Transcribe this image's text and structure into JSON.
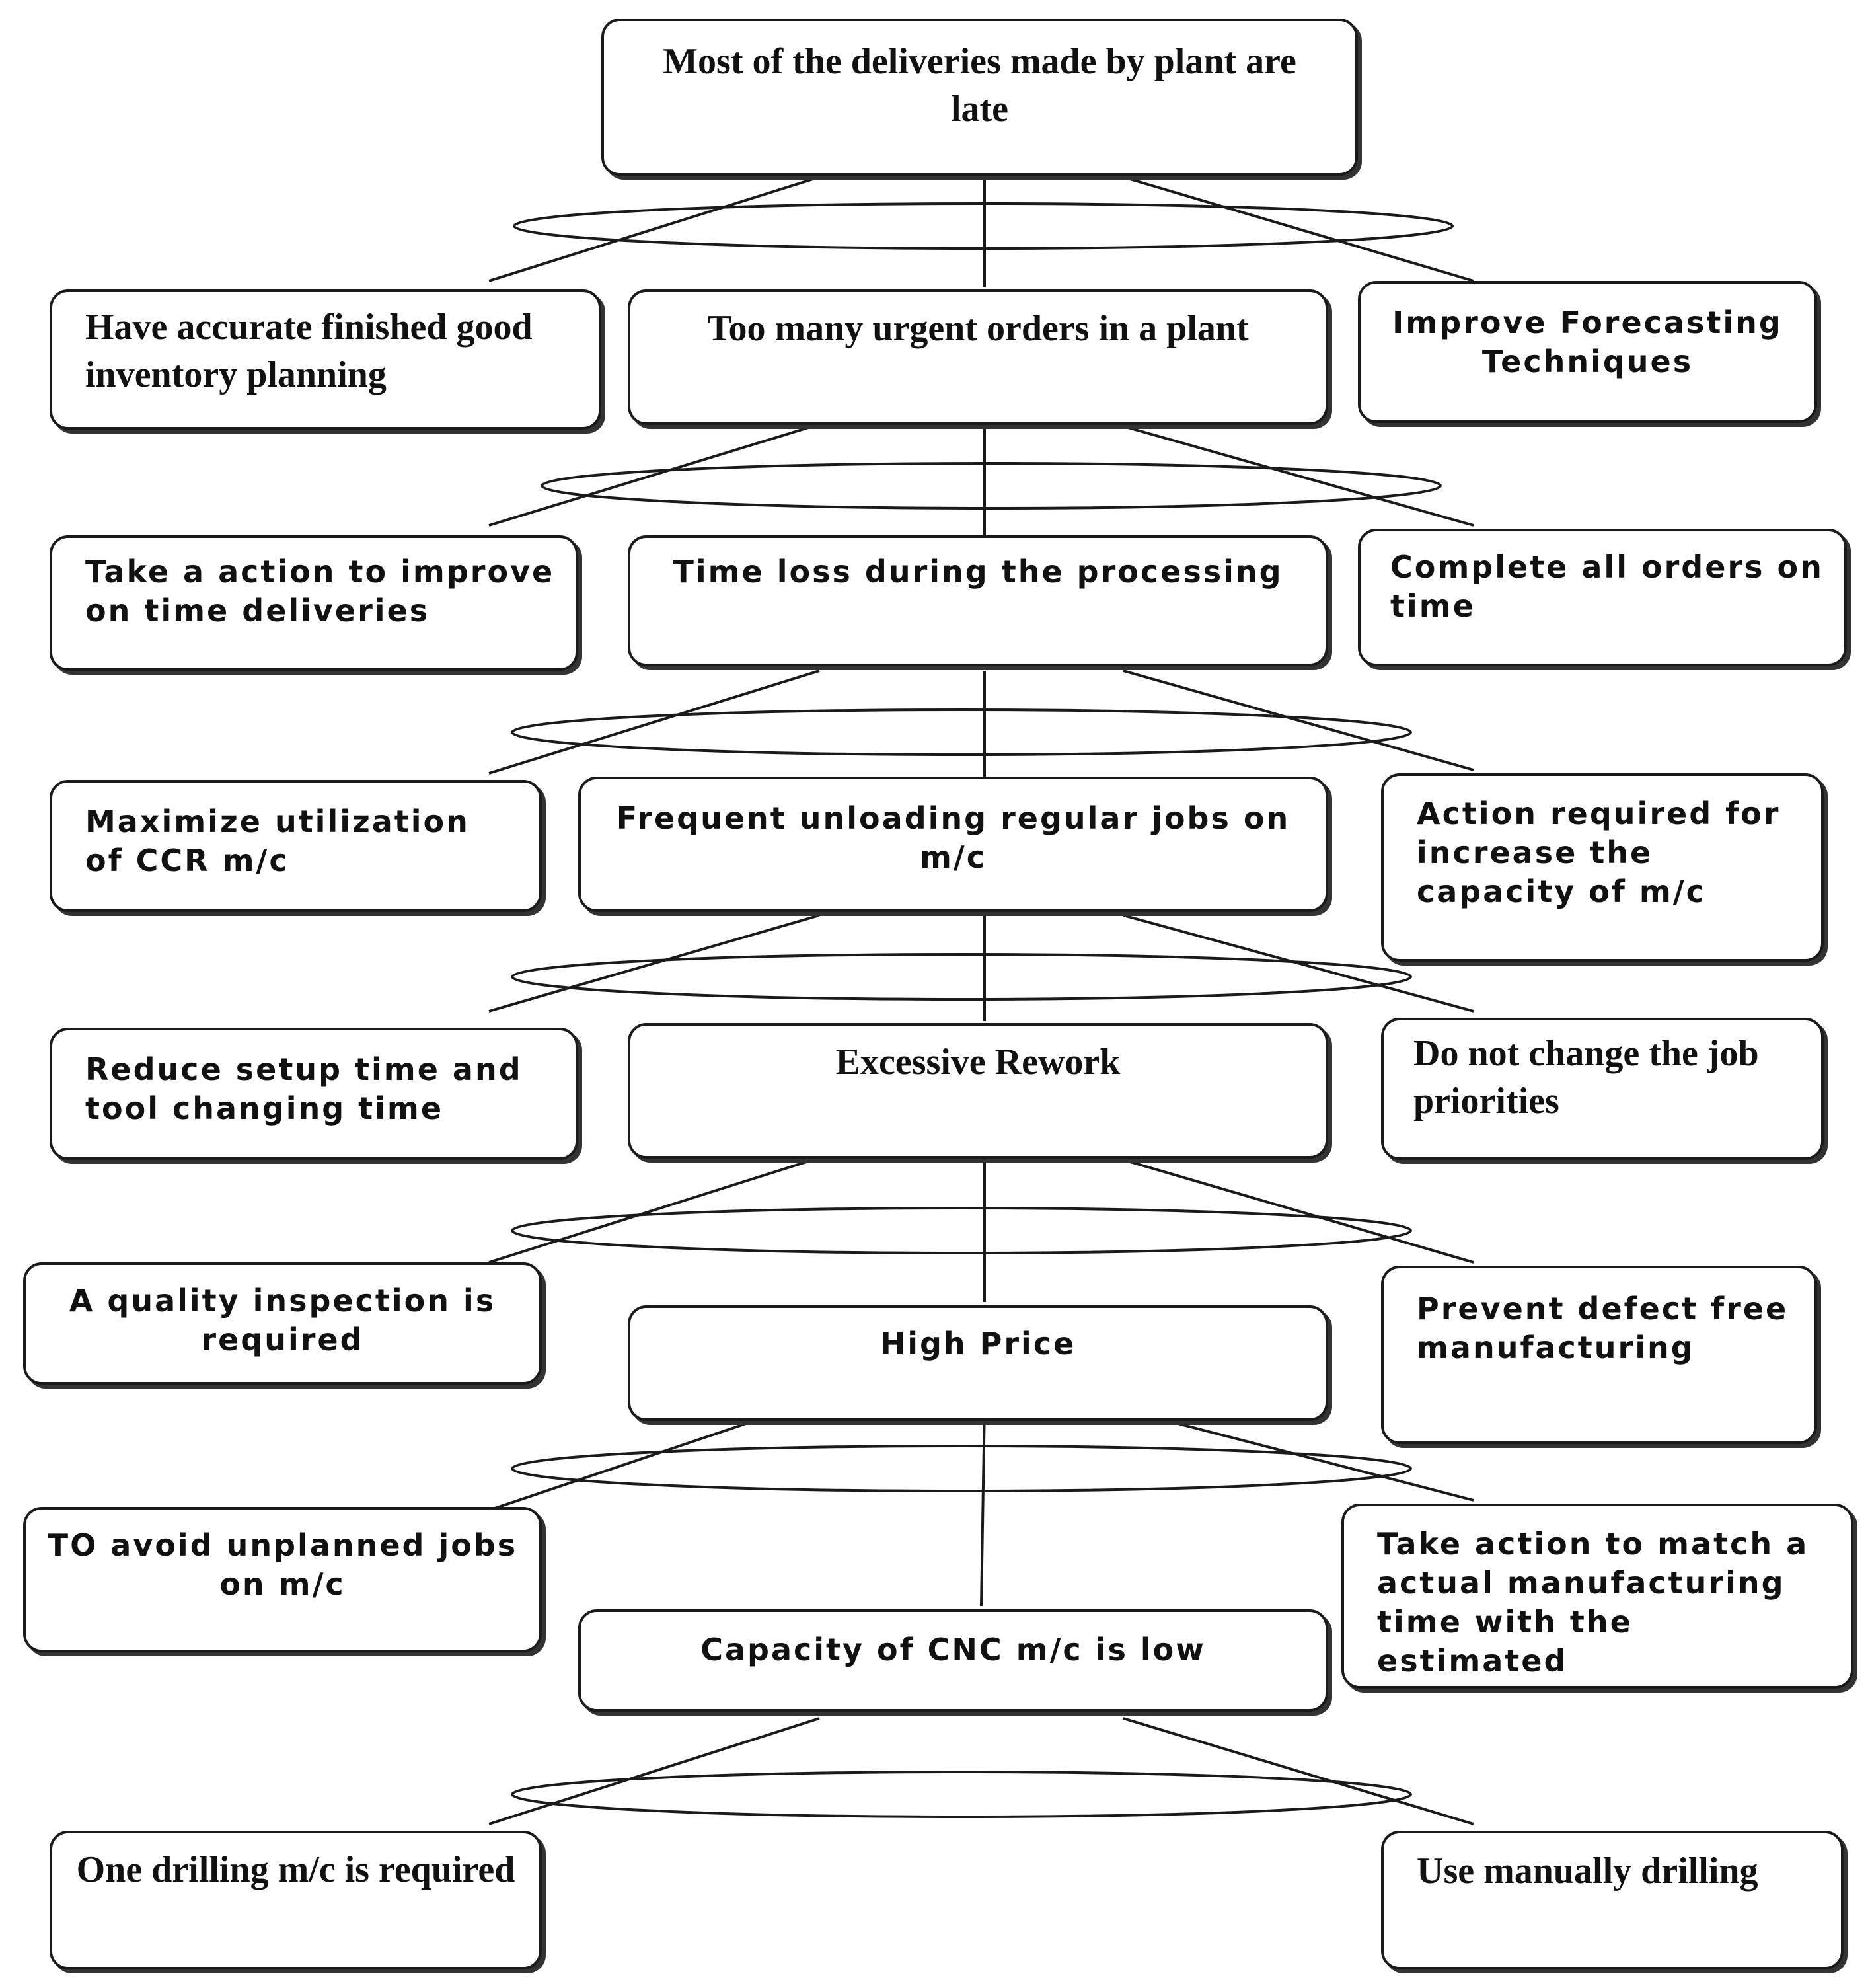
{
  "nodes": [
    {
      "id": "n_top",
      "text": "Most of the deliveries made by plant are late"
    },
    {
      "id": "n_r1_left",
      "text": "Have accurate finished good inventory planning"
    },
    {
      "id": "n_r1_center",
      "text": "Too many urgent orders in a plant"
    },
    {
      "id": "n_r1_right",
      "text": "Improve Forecasting Techniques"
    },
    {
      "id": "n_r2_left",
      "text": "Take a action to improve on time deliveries"
    },
    {
      "id": "n_r2_center",
      "text": "Time loss during the processing"
    },
    {
      "id": "n_r2_right",
      "text": "Complete all orders on time"
    },
    {
      "id": "n_r3_left",
      "text": "Maximize utilization of CCR m/c"
    },
    {
      "id": "n_r3_center",
      "text": "Frequent unloading regular jobs on m/c"
    },
    {
      "id": "n_r3_right",
      "text": "Action required for increase the capacity of m/c"
    },
    {
      "id": "n_r4_left",
      "text": "Reduce setup time and tool changing time"
    },
    {
      "id": "n_r4_center",
      "text": "Excessive Rework"
    },
    {
      "id": "n_r4_right",
      "text": "Do not change the job priorities"
    },
    {
      "id": "n_r5_left",
      "text": "A quality inspection is required"
    },
    {
      "id": "n_r5_center",
      "text": "High Price"
    },
    {
      "id": "n_r5_right",
      "text": "Prevent defect free manufacturing"
    },
    {
      "id": "n_r6_left",
      "text": "TO avoid unplanned jobs on m/c"
    },
    {
      "id": "n_r6_center",
      "text": "Capacity of CNC m/c is low"
    },
    {
      "id": "n_r6_right",
      "text": "Take action to match a actual manufacturing time with the estimated"
    },
    {
      "id": "n_r7_left",
      "text": "One drilling m/c is required"
    },
    {
      "id": "n_r7_right",
      "text": "Use manually drilling"
    }
  ],
  "edges": [
    {
      "from": "n_top",
      "to": "n_r1_left"
    },
    {
      "from": "n_top",
      "to": "n_r1_center"
    },
    {
      "from": "n_top",
      "to": "n_r1_right"
    },
    {
      "from": "n_r1_center",
      "to": "n_r2_left"
    },
    {
      "from": "n_r1_center",
      "to": "n_r2_center"
    },
    {
      "from": "n_r1_center",
      "to": "n_r2_right"
    },
    {
      "from": "n_r2_center",
      "to": "n_r3_left"
    },
    {
      "from": "n_r2_center",
      "to": "n_r3_center"
    },
    {
      "from": "n_r2_center",
      "to": "n_r3_right"
    },
    {
      "from": "n_r3_center",
      "to": "n_r4_left"
    },
    {
      "from": "n_r3_center",
      "to": "n_r4_center"
    },
    {
      "from": "n_r3_center",
      "to": "n_r4_right"
    },
    {
      "from": "n_r4_center",
      "to": "n_r5_left"
    },
    {
      "from": "n_r4_center",
      "to": "n_r5_center"
    },
    {
      "from": "n_r4_center",
      "to": "n_r5_right"
    },
    {
      "from": "n_r5_center",
      "to": "n_r6_left"
    },
    {
      "from": "n_r5_center",
      "to": "n_r6_center"
    },
    {
      "from": "n_r5_center",
      "to": "n_r6_right"
    },
    {
      "from": "n_r6_center",
      "to": "n_r7_left"
    },
    {
      "from": "n_r6_center",
      "to": "n_r7_right"
    }
  ]
}
